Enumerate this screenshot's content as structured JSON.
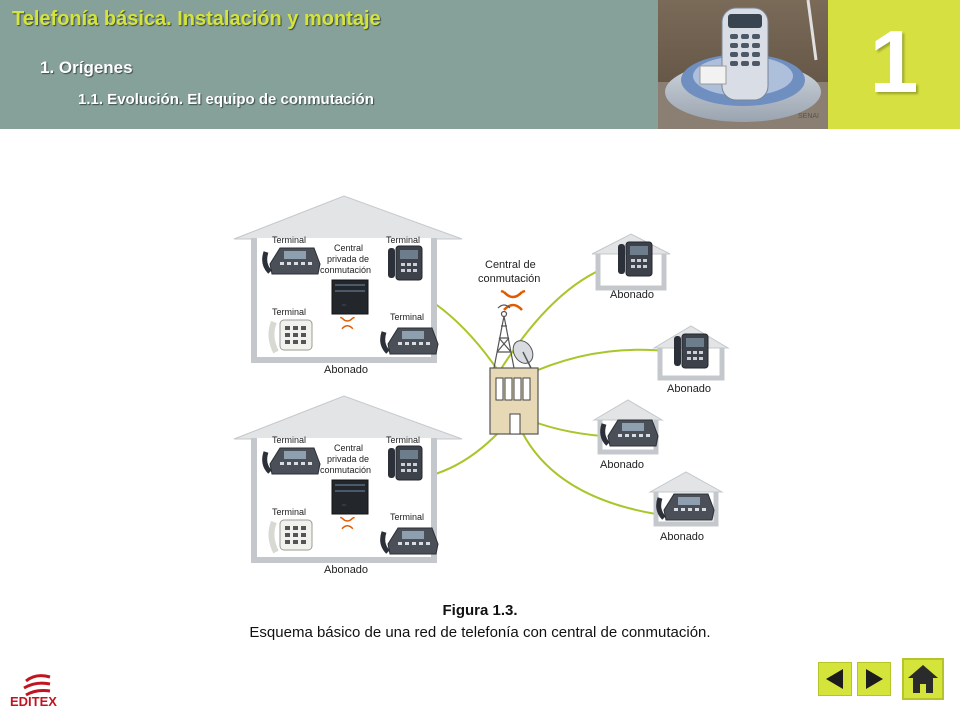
{
  "header": {
    "title": "Telefonía básica. Instalación y montaje",
    "section": "1.  Orígenes",
    "subsection": "1.1. Evolución. El equipo de conmutación",
    "chapter_number": "1",
    "photo_brand": "SENAI"
  },
  "diagram": {
    "houses": [
      {
        "terminal_tl": "Terminal",
        "terminal_tr": "Terminal",
        "terminal_bl": "Terminal",
        "terminal_br": "Terminal",
        "pbx_line1": "Central",
        "pbx_line2": "privada de",
        "pbx_line3": "conmutación",
        "abonado": "Abonado"
      },
      {
        "terminal_tl": "Terminal",
        "terminal_tr": "Terminal",
        "terminal_bl": "Terminal",
        "terminal_br": "Terminal",
        "pbx_line1": "Central",
        "pbx_line2": "privada de",
        "pbx_line3": "conmutación",
        "abonado": "Abonado"
      }
    ],
    "central_line1": "Central de",
    "central_line2": "conmutación",
    "subscribers": [
      "Abonado",
      "Abonado",
      "Abonado",
      "Abonado"
    ]
  },
  "caption": {
    "title": "Figura 1.3.",
    "text": "Esquema básico de una red de telefonía con central de conmutación."
  },
  "logo": {
    "text": "EDITEX"
  },
  "colors": {
    "header_bg": "#86a09a",
    "accent": "#d6e040",
    "line": "#a8c62a",
    "logo_red": "#c0151f"
  }
}
